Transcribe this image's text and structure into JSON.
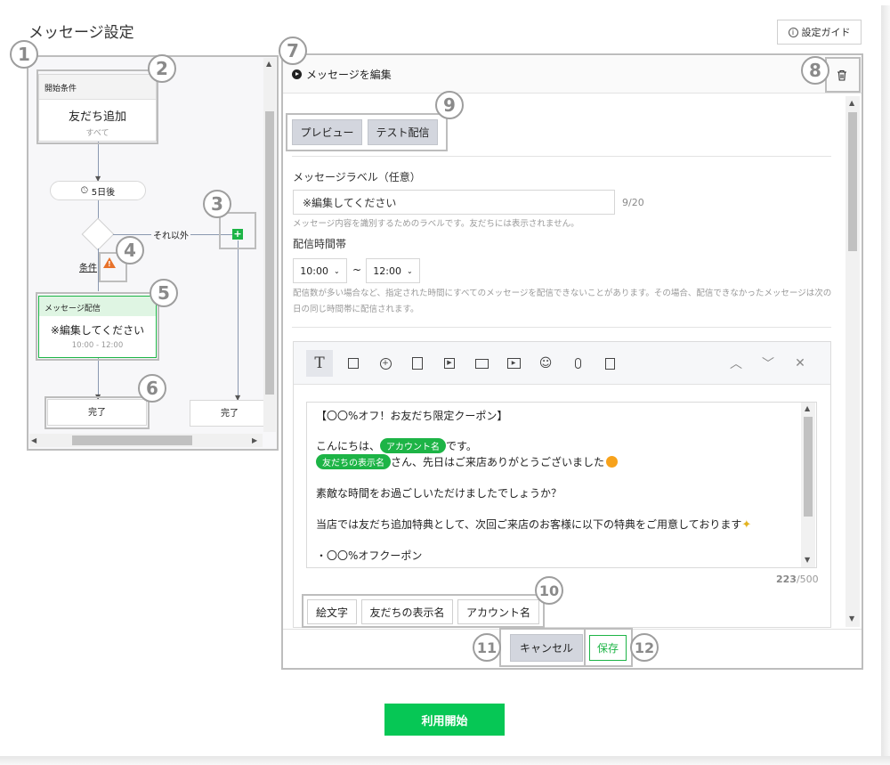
{
  "page": {
    "title": "メッセージ設定",
    "guide_button": "設定ガイド",
    "start_button": "利用開始"
  },
  "callouts": [
    "1",
    "2",
    "3",
    "4",
    "5",
    "6",
    "7",
    "8",
    "9",
    "10",
    "11",
    "12"
  ],
  "flow": {
    "start_header": "開始条件",
    "start_title": "友だち追加",
    "start_sub": "すべて",
    "delay": "5日後",
    "else_label": "それ以外",
    "condition_label": "条件",
    "message_header": "メッセージ配信",
    "message_title": "※編集してください",
    "message_time": "10:00 - 12:00",
    "done_left": "完了",
    "done_right": "完了"
  },
  "editor": {
    "title": "メッセージを編集",
    "preview_button": "プレビュー",
    "test_button": "テスト配信",
    "label_heading": "メッセージラベル（任意）",
    "label_value": "※編集してください",
    "label_count": "9/20",
    "label_hint": "メッセージ内容を識別するためのラベルです。友だちには表示されません。",
    "time_heading": "配信時間帯",
    "time_from": "10:00",
    "time_sep": "~",
    "time_to": "12:00",
    "time_hint_1": "配信数が多い場合など、指定された時間にすべてのメッセージを配信できないことがあります。その場合、配信できなかったメッセージは次の",
    "time_hint_2": "日の同じ時間帯に配信されます。",
    "message": {
      "line1": "【〇〇%オフ！お友だち限定クーポン】",
      "line2_pre": "こんにちは、",
      "line2_tag": "アカウント名",
      "line2_post": "です。",
      "line3_tag": "友だちの表示名",
      "line3_post": "さん、先日はご来店ありがとうございました",
      "line4": "素敵な時間をお過ごしいただけましたでしょうか？",
      "line5": "当店では友だち追加特典として、次回ご来店のお客様に以下の特典をご用意しております",
      "line6": "・〇〇%オフクーポン"
    },
    "char_count": "223",
    "char_max": "/500",
    "insert_emoji": "絵文字",
    "insert_friend_name": "友だちの表示名",
    "insert_account_name": "アカウント名",
    "cancel_button": "キャンセル",
    "save_button": "保存"
  },
  "colors": {
    "brand_green": "#06c755",
    "tag_green": "#1db446",
    "callout_gray": "#bdbdbd"
  }
}
